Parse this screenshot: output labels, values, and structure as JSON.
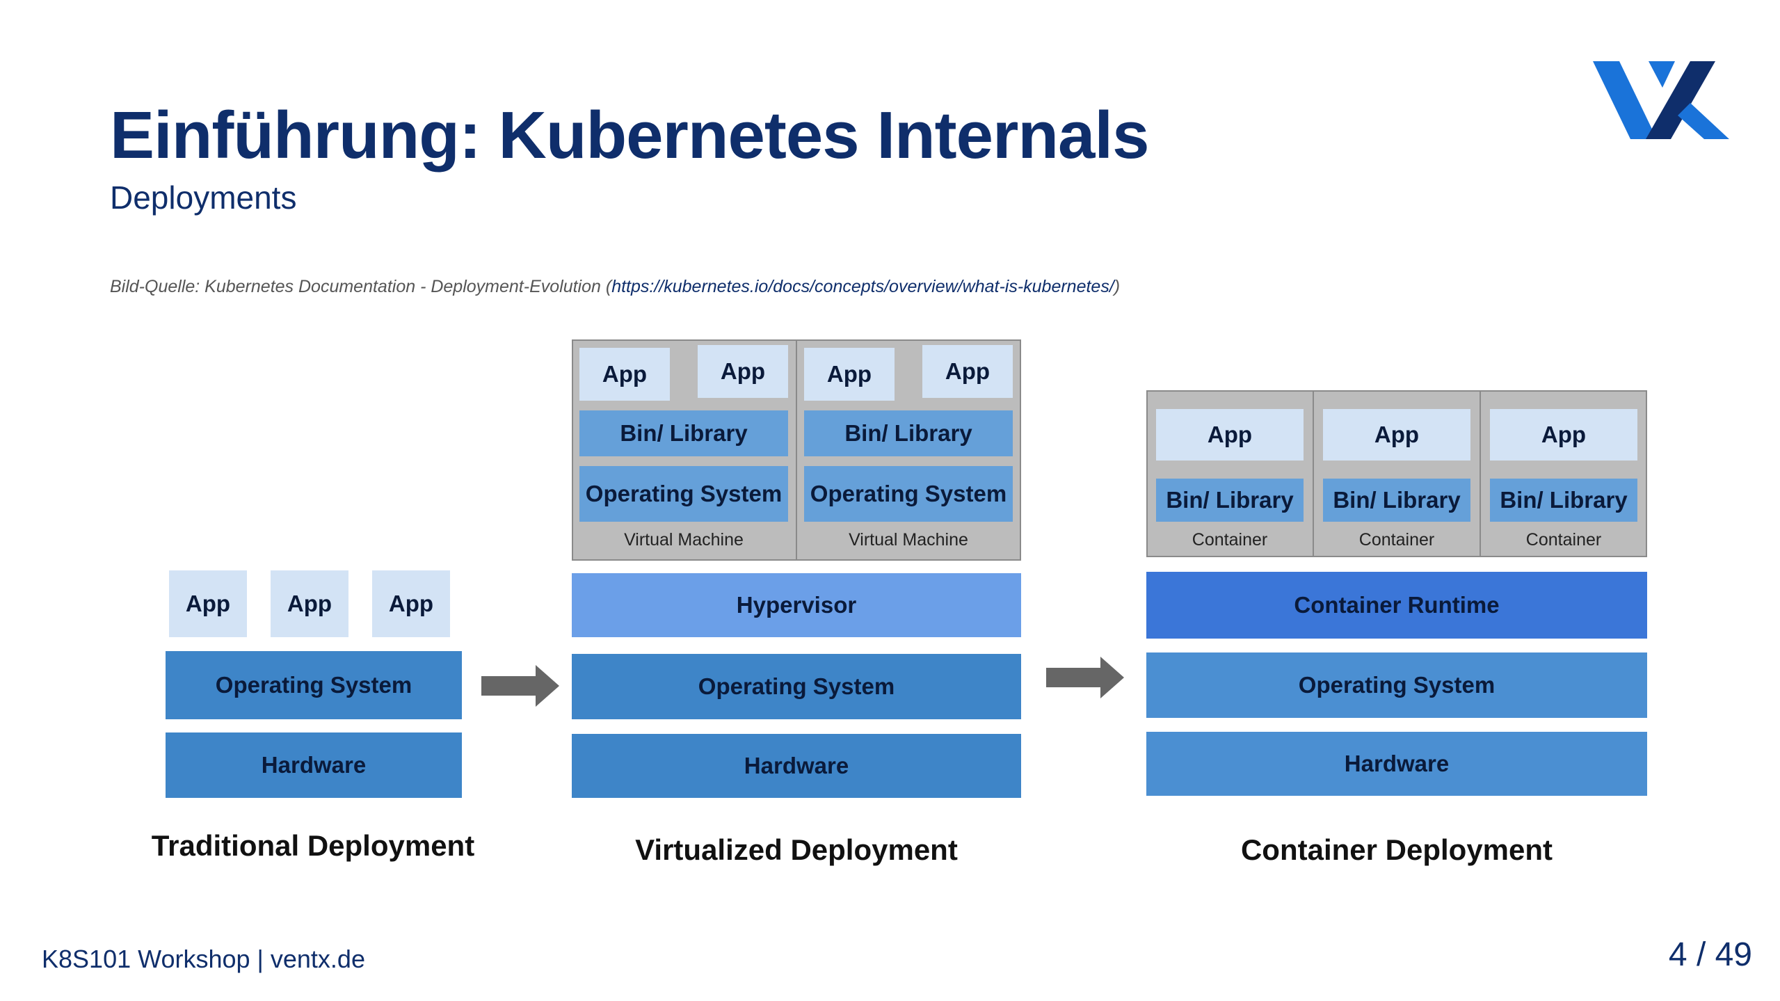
{
  "header": {
    "title": "Einführung: Kubernetes Internals",
    "subtitle": "Deployments",
    "source_prefix": "Bild-Quelle: Kubernetes Documentation - Deployment-Evolution (",
    "source_link": "https://kubernetes.io/docs/concepts/overview/what-is-kubernetes/",
    "source_suffix": ")"
  },
  "logo": {
    "icon": "ventx-logo",
    "colors": [
      "#0f2e6b",
      "#1a73d9"
    ]
  },
  "traditional": {
    "apps": [
      "App",
      "App",
      "App"
    ],
    "os": "Operating System",
    "hardware": "Hardware",
    "caption": "Traditional Deployment"
  },
  "virtualized": {
    "vms": [
      {
        "apps": [
          "App",
          "App"
        ],
        "lib": "Bin/ Library",
        "os": "Operating System",
        "label": "Virtual Machine"
      },
      {
        "apps": [
          "App",
          "App"
        ],
        "lib": "Bin/ Library",
        "os": "Operating System",
        "label": "Virtual Machine"
      }
    ],
    "hypervisor": "Hypervisor",
    "os": "Operating System",
    "hardware": "Hardware",
    "caption": "Virtualized Deployment"
  },
  "container": {
    "containers": [
      {
        "app": "App",
        "lib": "Bin/ Library",
        "label": "Container"
      },
      {
        "app": "App",
        "lib": "Bin/ Library",
        "label": "Container"
      },
      {
        "app": "App",
        "lib": "Bin/ Library",
        "label": "Container"
      }
    ],
    "runtime": "Container Runtime",
    "os": "Operating System",
    "hardware": "Hardware",
    "caption": "Container Deployment"
  },
  "footer": {
    "text": "K8S101 Workshop | ventx.de",
    "page": "4 / 49"
  },
  "colors": {
    "title": "#0f2e6b",
    "app": "#d3e3f5",
    "os": "#3e85c8",
    "lib": "#65a0d9",
    "hypervisor": "#6b9fe8",
    "runtime": "#3b76d8",
    "frame": "#bcbcbc",
    "arrow": "#666666"
  }
}
